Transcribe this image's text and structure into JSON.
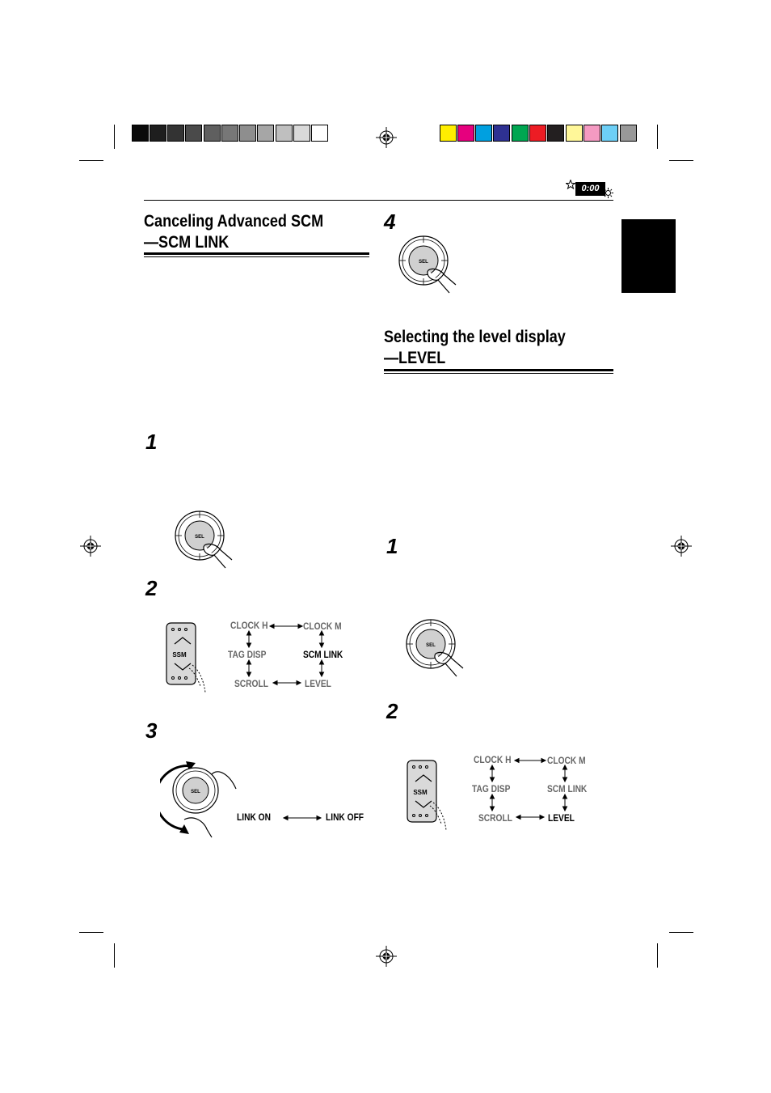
{
  "color_bar": {
    "gray_steps": [
      "#0a0a0a",
      "#1e1e1e",
      "#333333",
      "#4a4a4a",
      "#5f5f5f",
      "#777777",
      "#8e8e8e",
      "#a6a6a6",
      "#bfbfbf",
      "#d9d9d9",
      "#ffffff"
    ],
    "colors": [
      "#ffee00",
      "#e6007e",
      "#00a0e0",
      "#2e3192",
      "#00a651",
      "#ed1c24",
      "#231f20",
      "#fff799",
      "#f49ac2",
      "#6dcff6",
      "#999999"
    ]
  },
  "header": {
    "clock_display": "0:00"
  },
  "left": {
    "title_line1": "Canceling Advanced SCM",
    "title_line2": "—SCM LINK",
    "step1": "1",
    "step2": "2",
    "step3": "3",
    "step2_menu": {
      "clock_h": "CLOCK H",
      "clock_m": "CLOCK M",
      "tag_disp": "TAG DISP",
      "scm_link": "SCM LINK",
      "scroll": "SCROLL",
      "level": "LEVEL"
    },
    "step3_options": {
      "link_on": "LINK ON",
      "link_off": "LINK OFF"
    }
  },
  "right": {
    "step4": "4",
    "title_line1": "Selecting the level display",
    "title_line2": "—LEVEL",
    "step1": "1",
    "step2": "2",
    "step2_menu": {
      "clock_h": "CLOCK H",
      "clock_m": "CLOCK M",
      "tag_disp": "TAG DISP",
      "scm_link": "SCM LINK",
      "scroll": "SCROLL",
      "level": "LEVEL"
    }
  },
  "knob": {
    "sel": "SEL"
  },
  "ssm_button": {
    "label": "SSM"
  }
}
